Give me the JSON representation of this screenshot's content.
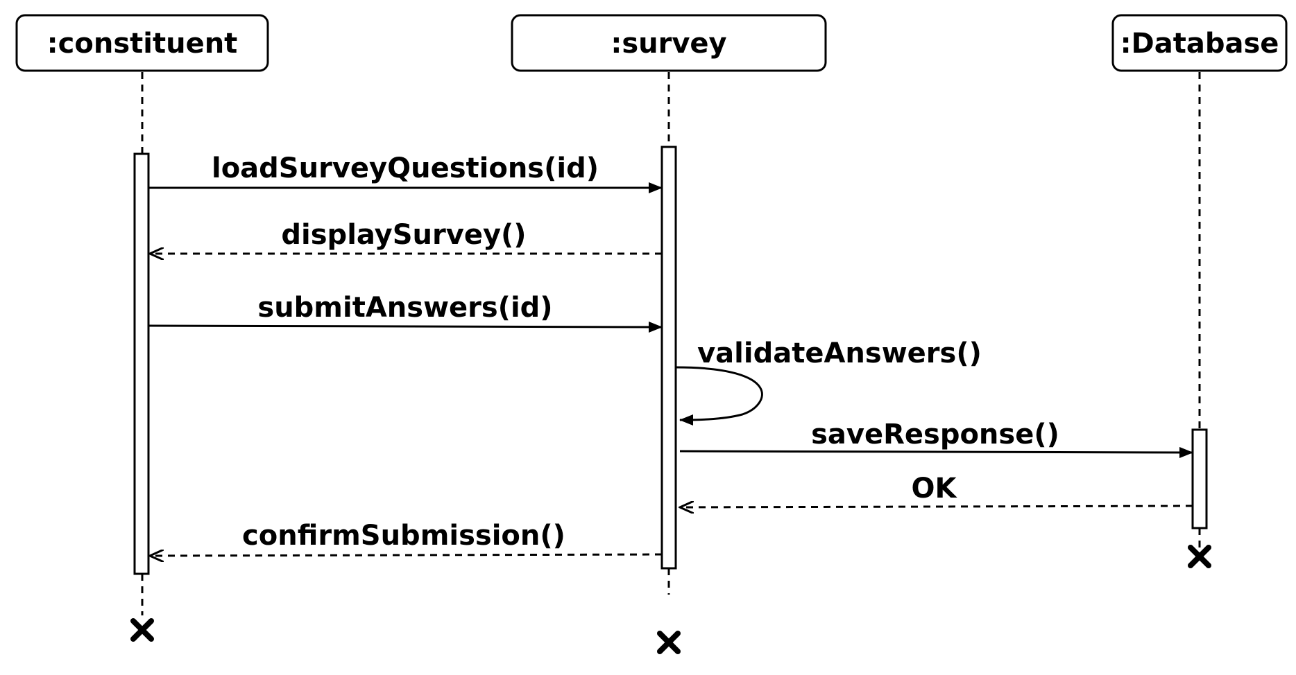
{
  "lifelines": [
    {
      "id": "constituent",
      "label": ":constituent"
    },
    {
      "id": "survey",
      "label": ":survey"
    },
    {
      "id": "database",
      "label": ":Database"
    }
  ],
  "messages": [
    {
      "id": "m1",
      "label": "loadSurveyQuestions(id)",
      "from": "constituent",
      "to": "survey",
      "kind": "sync"
    },
    {
      "id": "m2",
      "label": "displaySurvey()",
      "from": "survey",
      "to": "constituent",
      "kind": "return"
    },
    {
      "id": "m3",
      "label": "submitAnswers(id)",
      "from": "constituent",
      "to": "survey",
      "kind": "sync"
    },
    {
      "id": "m4",
      "label": "validateAnswers()",
      "from": "survey",
      "to": "survey",
      "kind": "self"
    },
    {
      "id": "m5",
      "label": "saveResponse()",
      "from": "survey",
      "to": "database",
      "kind": "sync"
    },
    {
      "id": "m6",
      "label": "OK",
      "from": "database",
      "to": "survey",
      "kind": "return"
    },
    {
      "id": "m7",
      "label": "confirmSubmission()",
      "from": "survey",
      "to": "constituent",
      "kind": "return"
    }
  ],
  "colors": {
    "stroke": "#000000",
    "fill": "#ffffff"
  }
}
